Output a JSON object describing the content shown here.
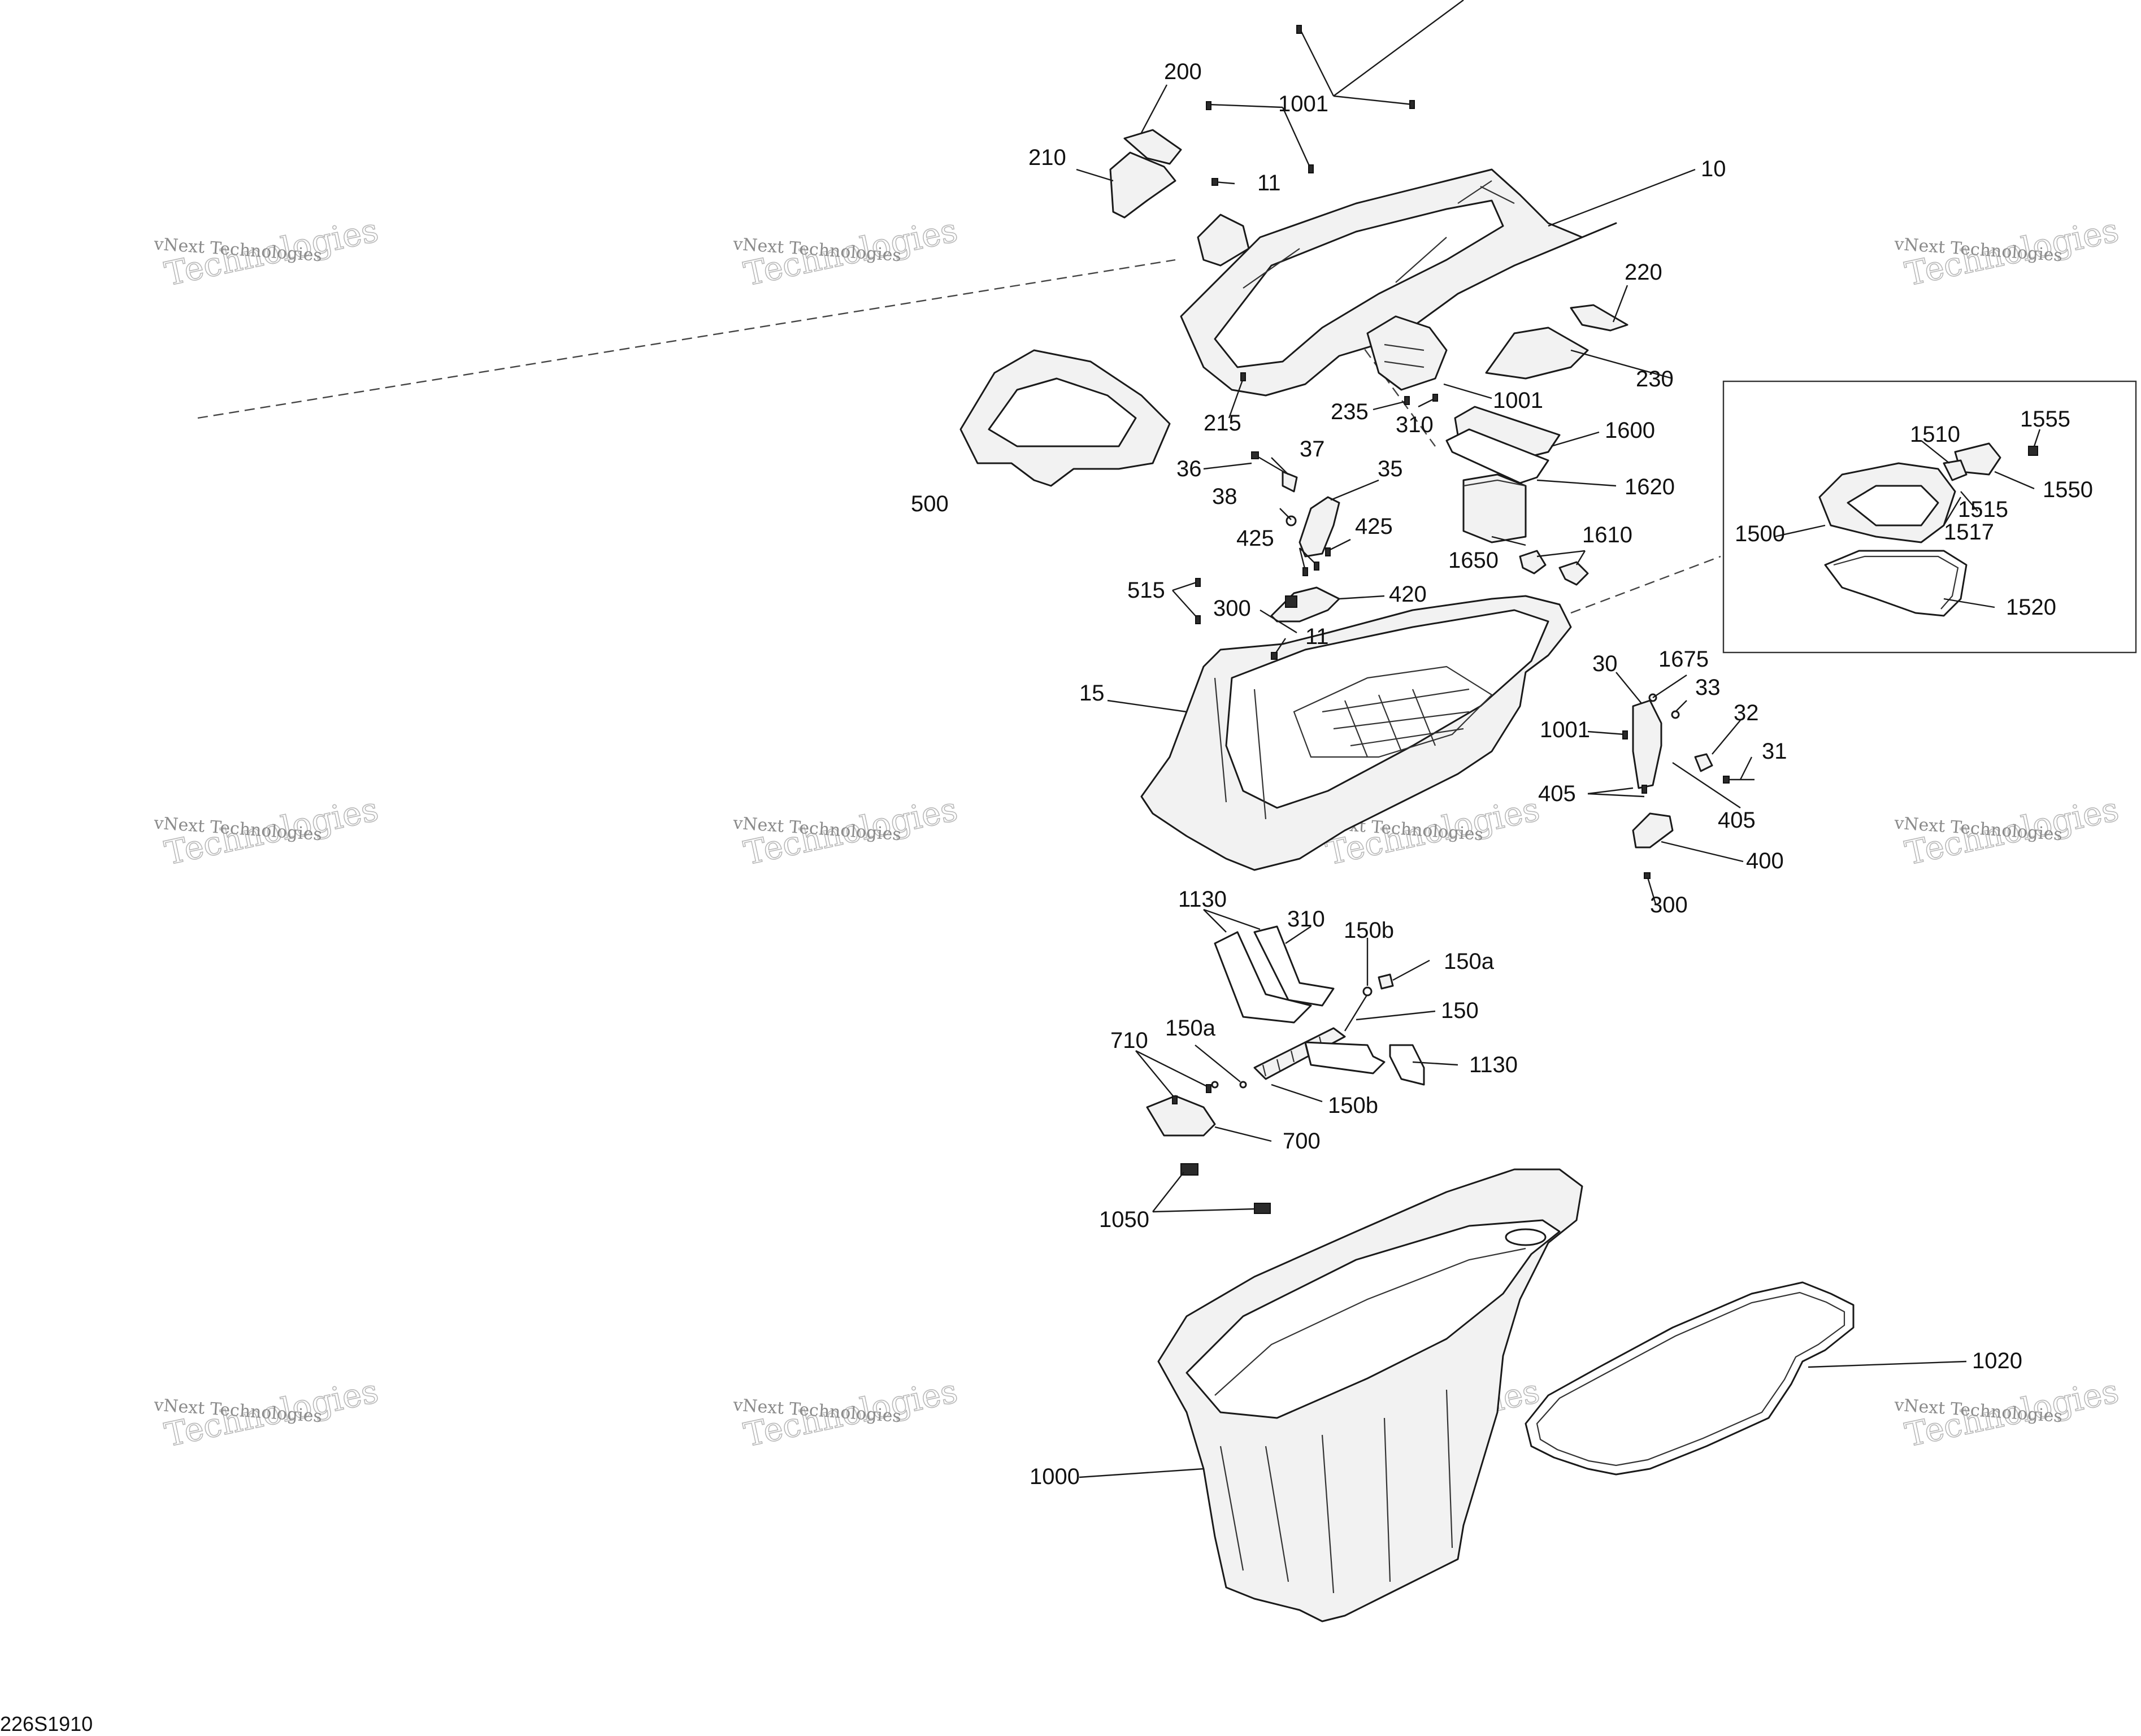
{
  "diagram": {
    "code": "226S1910",
    "watermark_line1": "vNext Technologies",
    "watermark_line2": "Technologies",
    "callouts": [
      {
        "id": "c-1001-top",
        "text": "1001"
      },
      {
        "id": "c-200",
        "text": "200"
      },
      {
        "id": "c-210",
        "text": "210"
      },
      {
        "id": "c-11-top",
        "text": "11"
      },
      {
        "id": "c-10",
        "text": "10"
      },
      {
        "id": "c-220",
        "text": "220"
      },
      {
        "id": "c-230",
        "text": "230"
      },
      {
        "id": "c-1001-mid",
        "text": "1001"
      },
      {
        "id": "c-215",
        "text": "215"
      },
      {
        "id": "c-235",
        "text": "235"
      },
      {
        "id": "c-310-top",
        "text": "310"
      },
      {
        "id": "c-500",
        "text": "500"
      },
      {
        "id": "c-1600",
        "text": "1600"
      },
      {
        "id": "c-1620",
        "text": "1620"
      },
      {
        "id": "c-1650",
        "text": "1650"
      },
      {
        "id": "c-1610",
        "text": "1610"
      },
      {
        "id": "c-36",
        "text": "36"
      },
      {
        "id": "c-37",
        "text": "37"
      },
      {
        "id": "c-35",
        "text": "35"
      },
      {
        "id": "c-38",
        "text": "38"
      },
      {
        "id": "c-425a",
        "text": "425"
      },
      {
        "id": "c-425b",
        "text": "425"
      },
      {
        "id": "c-515",
        "text": "515"
      },
      {
        "id": "c-300-top",
        "text": "300"
      },
      {
        "id": "c-420",
        "text": "420"
      },
      {
        "id": "c-11-mid",
        "text": "11"
      },
      {
        "id": "c-15",
        "text": "15"
      },
      {
        "id": "c-1510",
        "text": "1510"
      },
      {
        "id": "c-1555",
        "text": "1555"
      },
      {
        "id": "c-1550",
        "text": "1550"
      },
      {
        "id": "c-1515",
        "text": "1515"
      },
      {
        "id": "c-1517",
        "text": "1517"
      },
      {
        "id": "c-1500",
        "text": "1500"
      },
      {
        "id": "c-1520",
        "text": "1520"
      },
      {
        "id": "c-30",
        "text": "30"
      },
      {
        "id": "c-1675",
        "text": "1675"
      },
      {
        "id": "c-33",
        "text": "33"
      },
      {
        "id": "c-32",
        "text": "32"
      },
      {
        "id": "c-31",
        "text": "31"
      },
      {
        "id": "c-1001-right",
        "text": "1001"
      },
      {
        "id": "c-405a",
        "text": "405"
      },
      {
        "id": "c-405b",
        "text": "405"
      },
      {
        "id": "c-400",
        "text": "400"
      },
      {
        "id": "c-300-bot",
        "text": "300"
      },
      {
        "id": "c-1130a",
        "text": "1130"
      },
      {
        "id": "c-310-bot",
        "text": "310"
      },
      {
        "id": "c-150b-top",
        "text": "150b"
      },
      {
        "id": "c-150a-right",
        "text": "150a"
      },
      {
        "id": "c-150",
        "text": "150"
      },
      {
        "id": "c-1130b",
        "text": "1130"
      },
      {
        "id": "c-710",
        "text": "710"
      },
      {
        "id": "c-150a-left",
        "text": "150a"
      },
      {
        "id": "c-150b-bot",
        "text": "150b"
      },
      {
        "id": "c-700",
        "text": "700"
      },
      {
        "id": "c-1050",
        "text": "1050"
      },
      {
        "id": "c-1020",
        "text": "1020"
      },
      {
        "id": "c-1000",
        "text": "1000"
      }
    ]
  }
}
